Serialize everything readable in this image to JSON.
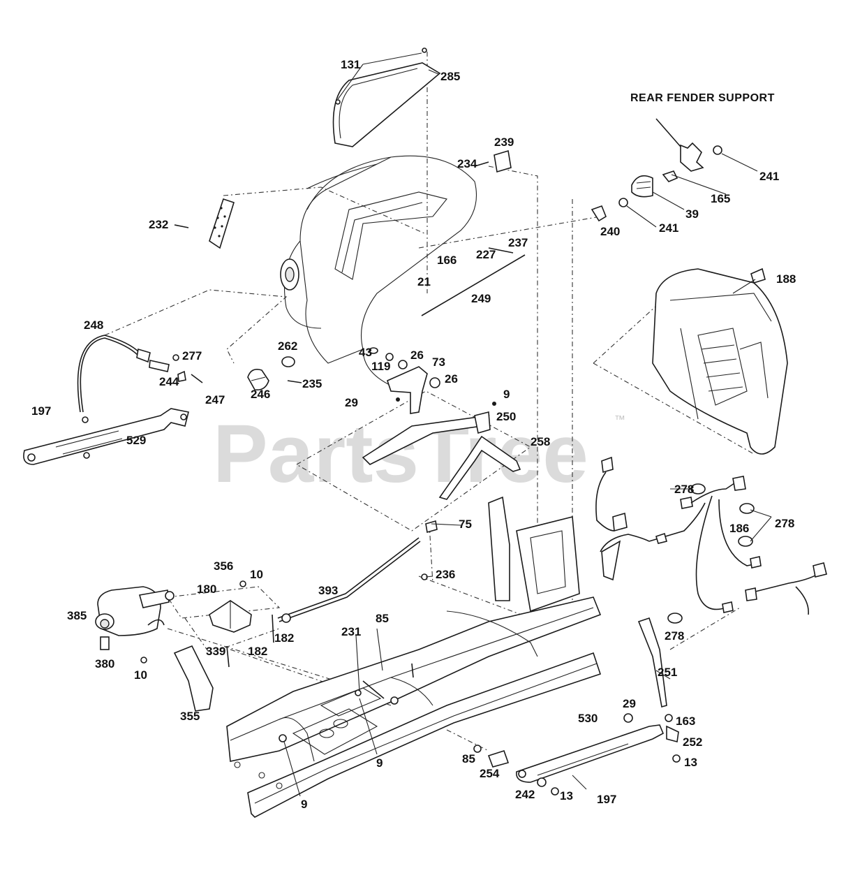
{
  "title": "REAR FENDER SUPPORT",
  "watermark": {
    "brand": "PartsTree",
    "trademark": "™"
  },
  "labels": [
    {
      "id": "l131",
      "text": "131"
    },
    {
      "id": "l285",
      "text": "285"
    },
    {
      "id": "l239",
      "text": "239"
    },
    {
      "id": "l234",
      "text": "234"
    },
    {
      "id": "l241a",
      "text": "241"
    },
    {
      "id": "l165",
      "text": "165"
    },
    {
      "id": "l39",
      "text": "39"
    },
    {
      "id": "l241b",
      "text": "241"
    },
    {
      "id": "l240",
      "text": "240"
    },
    {
      "id": "l227",
      "text": "227"
    },
    {
      "id": "l237",
      "text": "237"
    },
    {
      "id": "l232",
      "text": "232"
    },
    {
      "id": "l166",
      "text": "166"
    },
    {
      "id": "l21",
      "text": "21"
    },
    {
      "id": "l249",
      "text": "249"
    },
    {
      "id": "l188",
      "text": "188"
    },
    {
      "id": "l248",
      "text": "248"
    },
    {
      "id": "l277",
      "text": "277"
    },
    {
      "id": "l262",
      "text": "262"
    },
    {
      "id": "l43",
      "text": "43"
    },
    {
      "id": "l119",
      "text": "119"
    },
    {
      "id": "l26a",
      "text": "26"
    },
    {
      "id": "l73",
      "text": "73"
    },
    {
      "id": "l26b",
      "text": "26"
    },
    {
      "id": "l244",
      "text": "244"
    },
    {
      "id": "l247",
      "text": "247"
    },
    {
      "id": "l246",
      "text": "246"
    },
    {
      "id": "l235",
      "text": "235"
    },
    {
      "id": "l29a",
      "text": "29"
    },
    {
      "id": "l9a",
      "text": "9"
    },
    {
      "id": "l197a",
      "text": "197"
    },
    {
      "id": "l250",
      "text": "250"
    },
    {
      "id": "l529",
      "text": "529"
    },
    {
      "id": "l258",
      "text": "258"
    },
    {
      "id": "l278a",
      "text": "278"
    },
    {
      "id": "l186",
      "text": "186"
    },
    {
      "id": "l278b",
      "text": "278"
    },
    {
      "id": "l75",
      "text": "75"
    },
    {
      "id": "l356",
      "text": "356"
    },
    {
      "id": "l10a",
      "text": "10"
    },
    {
      "id": "l236",
      "text": "236"
    },
    {
      "id": "l180",
      "text": "180"
    },
    {
      "id": "l393",
      "text": "393"
    },
    {
      "id": "l385",
      "text": "385"
    },
    {
      "id": "l182a",
      "text": "182"
    },
    {
      "id": "l231",
      "text": "231"
    },
    {
      "id": "l85a",
      "text": "85"
    },
    {
      "id": "l278c",
      "text": "278"
    },
    {
      "id": "l339",
      "text": "339"
    },
    {
      "id": "l182b",
      "text": "182"
    },
    {
      "id": "l380",
      "text": "380"
    },
    {
      "id": "l10b",
      "text": "10"
    },
    {
      "id": "l251",
      "text": "251"
    },
    {
      "id": "l355",
      "text": "355"
    },
    {
      "id": "l29b",
      "text": "29"
    },
    {
      "id": "l530",
      "text": "530"
    },
    {
      "id": "l163",
      "text": "163"
    },
    {
      "id": "l252",
      "text": "252"
    },
    {
      "id": "l9b",
      "text": "9"
    },
    {
      "id": "l85b",
      "text": "85"
    },
    {
      "id": "l13a",
      "text": "13"
    },
    {
      "id": "l254",
      "text": "254"
    },
    {
      "id": "l242",
      "text": "242"
    },
    {
      "id": "l13b",
      "text": "13"
    },
    {
      "id": "l9c",
      "text": "9"
    },
    {
      "id": "l197b",
      "text": "197"
    }
  ]
}
